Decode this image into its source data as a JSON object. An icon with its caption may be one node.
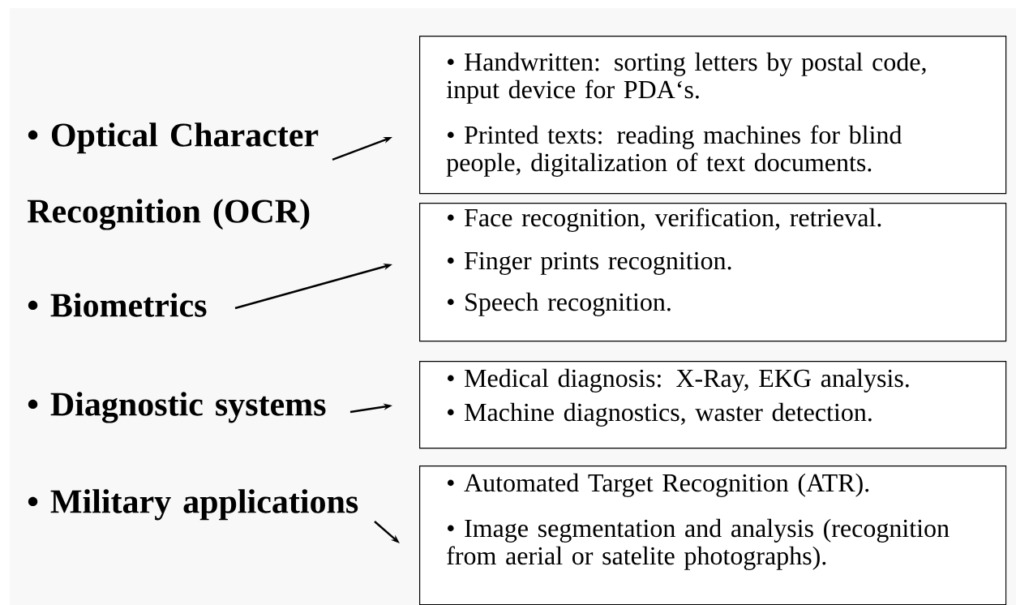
{
  "diagram": {
    "nodes": [
      {
        "text": [
          "• Optical Character Recognition (OCR)"
        ]
      },
      {
        "text": [
          "• Biometrics"
        ]
      },
      {
        "text": [
          "• Diagnostic systems"
        ]
      },
      {
        "text": [
          "• Military applications"
        ]
      },
      {
        "text": [
          "• Handwritten: sorting letters by postal code, input device for PDA‘s.",
          "• Printed texts: reading machines for blind people, digitalization of text documents."
        ]
      },
      {
        "text": [
          "• Face recognition, verification, retrieval.",
          "• Finger prints recognition.",
          "• Speech recognition."
        ]
      },
      {
        "text": [
          "• Medical diagnosis: X-Ray, EKG analysis.",
          "• Machine diagnostics, waster detection."
        ]
      },
      {
        "text": [
          "• Automated Target Recognition (ATR).",
          "• Image segmentation and analysis (recognition from aerial or satelite photographs)."
        ]
      }
    ],
    "edges": [
      {
        "from": 0,
        "to": 4,
        "arrow": "to"
      },
      {
        "from": 1,
        "to": 5,
        "arrow": "to"
      },
      {
        "from": 2,
        "to": 6,
        "arrow": "to"
      },
      {
        "from": 3,
        "to": 7,
        "arrow": "to"
      }
    ]
  }
}
